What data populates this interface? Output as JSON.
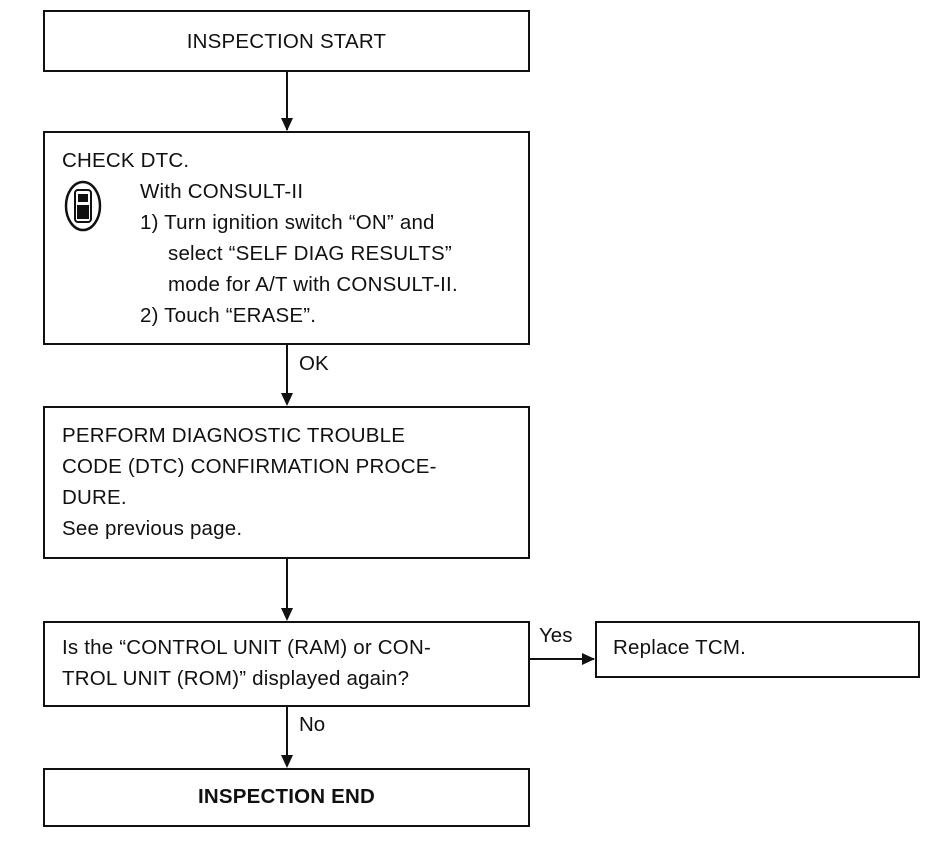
{
  "flow": {
    "start": "INSPECTION START",
    "check": {
      "title": "CHECK DTC.",
      "with": "With CONSULT-II",
      "step1_a": "1) Turn ignition switch “ON” and",
      "step1_b": "select “SELF DIAG RESULTS”",
      "step1_c": "mode for A/T with CONSULT-II.",
      "step2": "2) Touch “ERASE”."
    },
    "ok_label": "OK",
    "perform": {
      "line1": "PERFORM DIAGNOSTIC TROUBLE",
      "line2": "CODE (DTC) CONFIRMATION PROCE-",
      "line3": "DURE.",
      "line4": "See previous page."
    },
    "question": {
      "line1": "Is the “CONTROL UNIT (RAM) or CON-",
      "line2": "TROL UNIT (ROM)” displayed again?"
    },
    "yes_label": "Yes",
    "replace": "Replace TCM.",
    "no_label": "No",
    "end": "INSPECTION END"
  },
  "icons": {
    "consult": "consult-tester-icon"
  }
}
